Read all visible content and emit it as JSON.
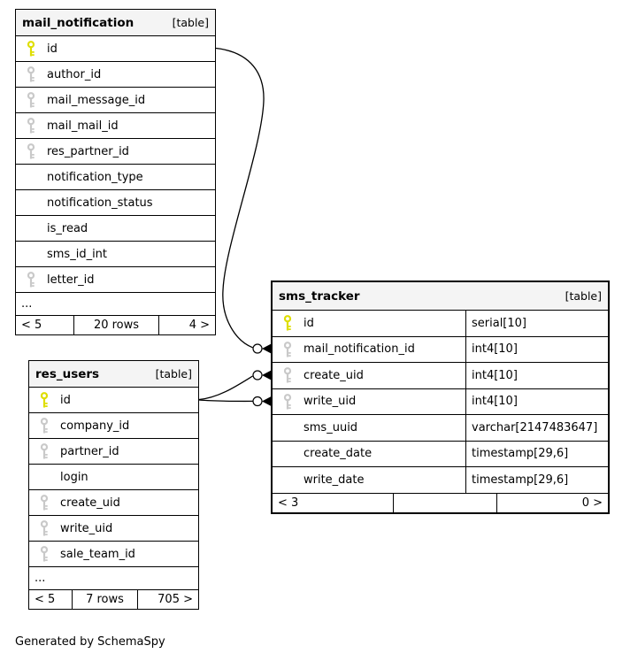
{
  "diagram": {
    "generator_note": "Generated by SchemaSpy"
  },
  "colors": {
    "primary_key": "#dede00",
    "foreign_key": "#c9c9c9",
    "header_bg": "#f4f4f4",
    "border": "#000000",
    "background": "#ffffff",
    "line": "#000000"
  },
  "tables": {
    "mail_notification": {
      "title": "mail_notification",
      "tag": "[table]",
      "columns": [
        {
          "name": "id",
          "key": "primary"
        },
        {
          "name": "author_id",
          "key": "fk"
        },
        {
          "name": "mail_message_id",
          "key": "fk"
        },
        {
          "name": "mail_mail_id",
          "key": "fk"
        },
        {
          "name": "res_partner_id",
          "key": "fk"
        },
        {
          "name": "notification_type",
          "key": "none"
        },
        {
          "name": "notification_status",
          "key": "none"
        },
        {
          "name": "is_read",
          "key": "none"
        },
        {
          "name": "sms_id_int",
          "key": "none"
        },
        {
          "name": "letter_id",
          "key": "fk"
        }
      ],
      "ellipsis": "...",
      "footer": {
        "prev": "< 5",
        "rows": "20 rows",
        "next": "4 >"
      }
    },
    "sms_tracker": {
      "title": "sms_tracker",
      "tag": "[table]",
      "columns": [
        {
          "name": "id",
          "type": "serial[10]",
          "key": "primary"
        },
        {
          "name": "mail_notification_id",
          "type": "int4[10]",
          "key": "fk"
        },
        {
          "name": "create_uid",
          "type": "int4[10]",
          "key": "fk"
        },
        {
          "name": "write_uid",
          "type": "int4[10]",
          "key": "fk"
        },
        {
          "name": "sms_uuid",
          "type": "varchar[2147483647]",
          "key": "none"
        },
        {
          "name": "create_date",
          "type": "timestamp[29,6]",
          "key": "none"
        },
        {
          "name": "write_date",
          "type": "timestamp[29,6]",
          "key": "none"
        }
      ],
      "footer": {
        "prev": "< 3",
        "rows": "",
        "next": "0 >"
      }
    },
    "res_users": {
      "title": "res_users",
      "tag": "[table]",
      "columns": [
        {
          "name": "id",
          "key": "primary"
        },
        {
          "name": "company_id",
          "key": "fk"
        },
        {
          "name": "partner_id",
          "key": "fk"
        },
        {
          "name": "login",
          "key": "none"
        },
        {
          "name": "create_uid",
          "key": "fk"
        },
        {
          "name": "write_uid",
          "key": "fk"
        },
        {
          "name": "sale_team_id",
          "key": "fk"
        }
      ],
      "ellipsis": "...",
      "footer": {
        "prev": "< 5",
        "rows": "7 rows",
        "next": "705 >"
      }
    }
  },
  "relationships": [
    {
      "from": "mail_notification.id",
      "to": "sms_tracker.mail_notification_id"
    },
    {
      "from": "res_users.id",
      "to": "sms_tracker.create_uid"
    },
    {
      "from": "res_users.id",
      "to": "sms_tracker.write_uid"
    }
  ]
}
